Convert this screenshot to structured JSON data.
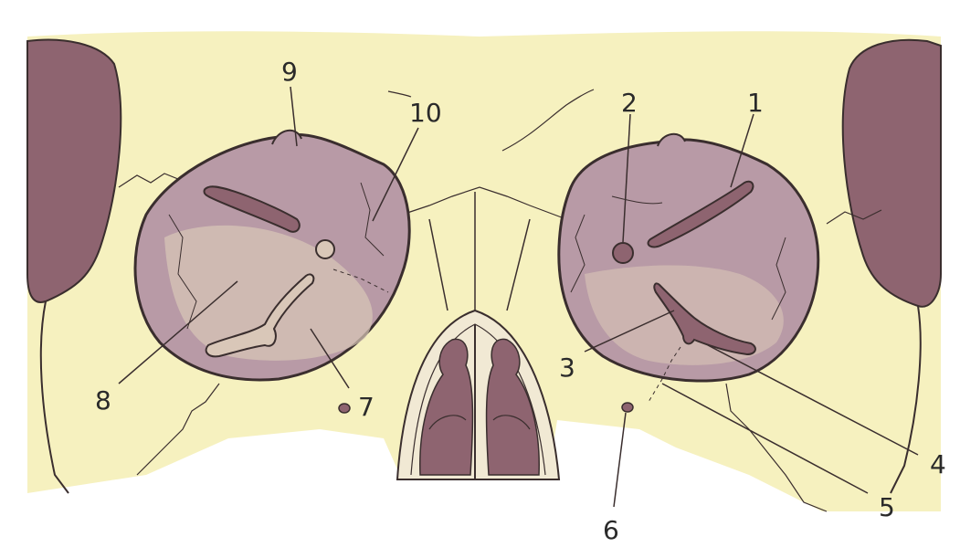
{
  "colors": {
    "background": "#ffffff",
    "bone": "#f5efb8",
    "orbit_fill": "#b89aa6",
    "orbit_light": "#d9c7b8",
    "cavity": "#8e6470",
    "outline": "#3a2e2e"
  },
  "labels": {
    "n1": "1",
    "n2": "2",
    "n3": "3",
    "n4": "4",
    "n5": "5",
    "n6": "6",
    "n7": "7",
    "n8": "8",
    "n9": "9",
    "n10": "10"
  }
}
